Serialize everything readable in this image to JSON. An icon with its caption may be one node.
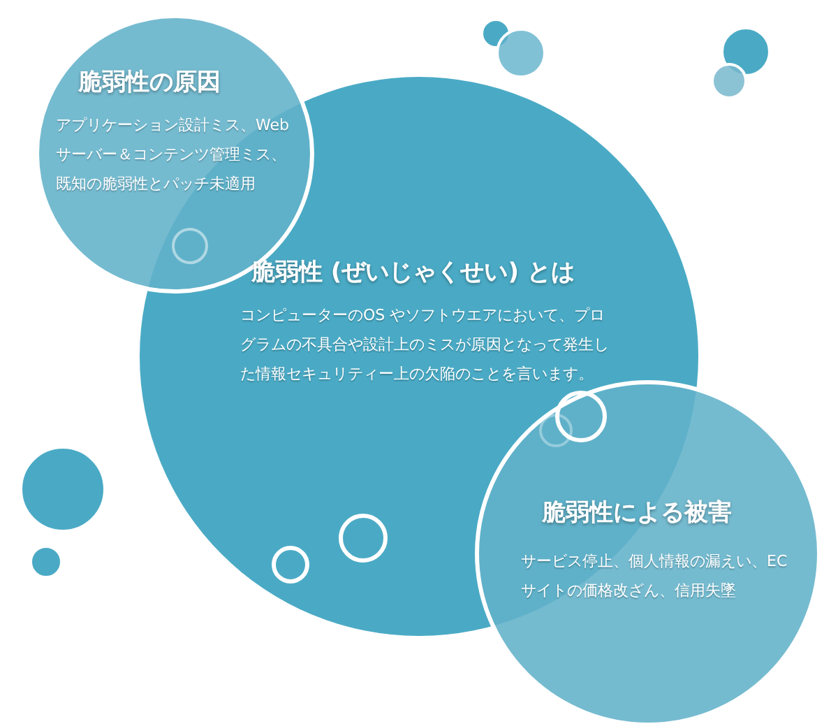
{
  "diagram": {
    "nodes": [
      {
        "text": [
          "脆弱性の原因",
          "アプリケーション設計ミス、Webサーバー＆コンテンツ管理ミス、既知の脆弱性とパッチ未適用"
        ]
      },
      {
        "text": [
          "脆弱性 (ぜいじゃくせい) とは",
          "コンピューターのOS やソフトウエアにおいて、プログラムの不具合や設計上のミスが原因となって発生した情報セキュリティー上の欠陥のことを言います。"
        ]
      },
      {
        "text": [
          "脆弱性による被害",
          "サービス停止、個人情報の漏えい、ECサイトの価格改ざん、信用失墜"
        ]
      }
    ],
    "edges": []
  }
}
